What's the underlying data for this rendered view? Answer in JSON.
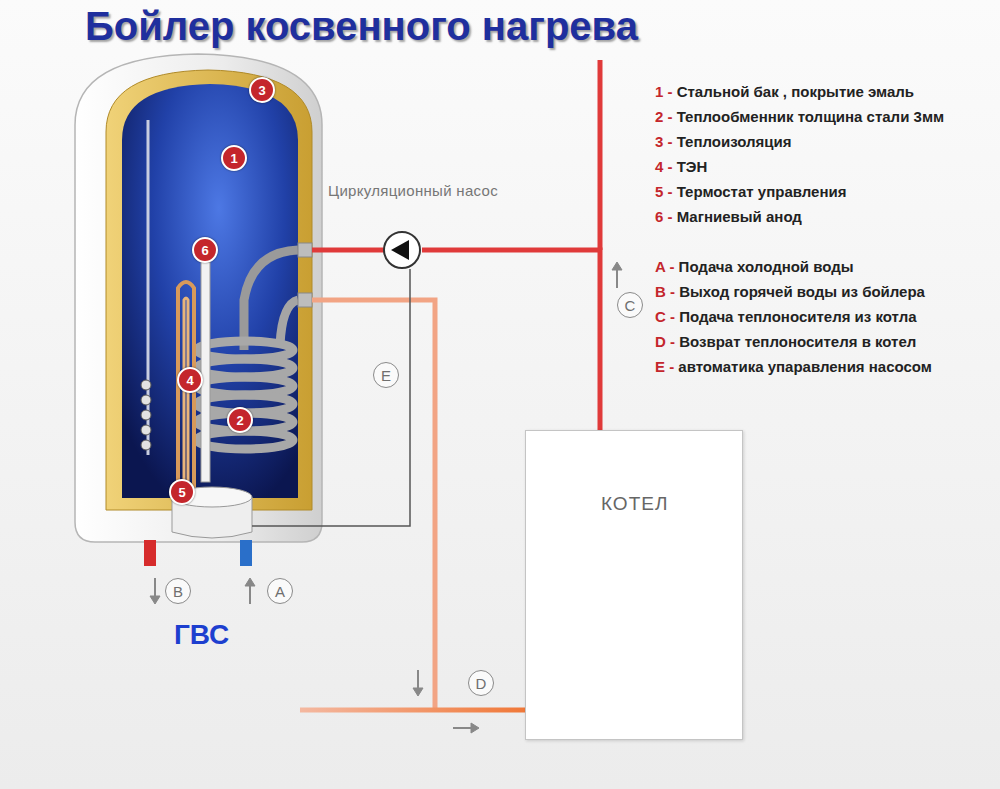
{
  "diagram": {
    "title": "Бойлер косвенного нагрева",
    "nodes": [
      {
        "text": [
          "Циркуляционный насос"
        ]
      },
      {
        "text": [
          "КОТЕЛ"
        ]
      }
    ],
    "edges": [
      {
        "from": 1,
        "to": 0,
        "arrow": "none"
      }
    ],
    "labels": [
      "3",
      "1",
      "6",
      "4",
      "2",
      "5",
      "E",
      "C",
      "B",
      "A",
      "ГВС",
      "D",
      "1 - Стальной бак , покрытие эмаль",
      "2 - Теплообменник толщина стали 3мм",
      "3 - Теплоизоляция",
      "4 - ТЭН",
      "5 - Термостат управления",
      "6 - Магниевый анод",
      "A - Подача холодной воды",
      "B - Выход горячей воды из бойлера",
      "C - Подача теплоносителя из котла",
      "D - Возврат теплоносителя в котел",
      "E - автоматика упаравления насосом"
    ]
  }
}
